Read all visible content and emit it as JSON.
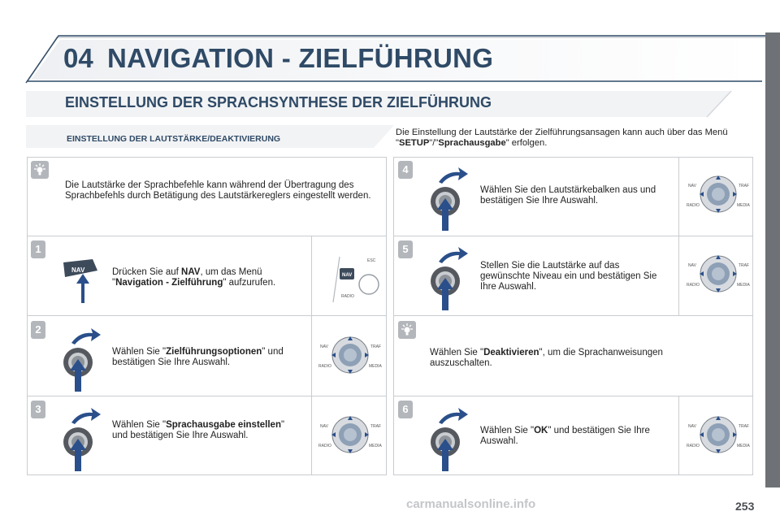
{
  "header": {
    "chapter_number": "04",
    "chapter_title": "NAVIGATION - ZIELFÜHRUNG"
  },
  "section_title": "EINSTELLUNG DER SPRACHSYNTHESE DER ZIELFÜHRUNG",
  "sub_title": "EINSTELLUNG DER LAUTSTÄRKE/DEAKTIVIERUNG",
  "intro": {
    "part1": "Die Einstellung der Lautstärke der Zielführungsansagen kann auch über das Menü \"",
    "bold1": "SETUP",
    "part2": "\"/\"",
    "bold2": "Sprachausgabe",
    "part3": "\" erfolgen."
  },
  "left_tip": "Die Lautstärke der Sprachbefehle kann während der Übertragung des Sprachbefehls durch Betätigung des Lautstärkereglers eingestellt werden.",
  "steps": {
    "s1": {
      "num": "1",
      "pre": "Drücken Sie auf ",
      "b1": "NAV",
      "mid": ", um das Menü \"",
      "b2": "Navigation - Zielführung",
      "post": "\" aufzurufen.",
      "btn_label": "NAV"
    },
    "s2": {
      "num": "2",
      "pre": "Wählen Sie \"",
      "b1": "Zielführungsoptionen",
      "post": "\" und bestätigen Sie Ihre Auswahl."
    },
    "s3": {
      "num": "3",
      "pre": "Wählen Sie \"",
      "b1": "Sprachausgabe einstellen",
      "post": "\" und bestätigen Sie Ihre Auswahl."
    },
    "s4": {
      "num": "4",
      "text": "Wählen Sie den Lautstärkebalken aus und bestätigen Sie Ihre Auswahl."
    },
    "s5": {
      "num": "5",
      "text": "Stellen Sie die Lautstärke auf das gewünschte Niveau ein und bestätigen Sie Ihre Auswahl."
    },
    "s6": {
      "num": "6",
      "pre": "Wählen Sie \"",
      "b1": "OK",
      "post": "\" und bestätigen Sie Ihre Auswahl."
    }
  },
  "right_tip": {
    "pre": "Wählen Sie \"",
    "b1": "Deaktivieren",
    "post": "\", um die Sprachanweisungen auszuschalten."
  },
  "device_labels": {
    "nav": "NAV",
    "traf": "TRAF",
    "radio": "RADIO",
    "media": "MEDIA",
    "esc": "ESC"
  },
  "page_number": "253",
  "watermark": "carmanualsonline.info"
}
